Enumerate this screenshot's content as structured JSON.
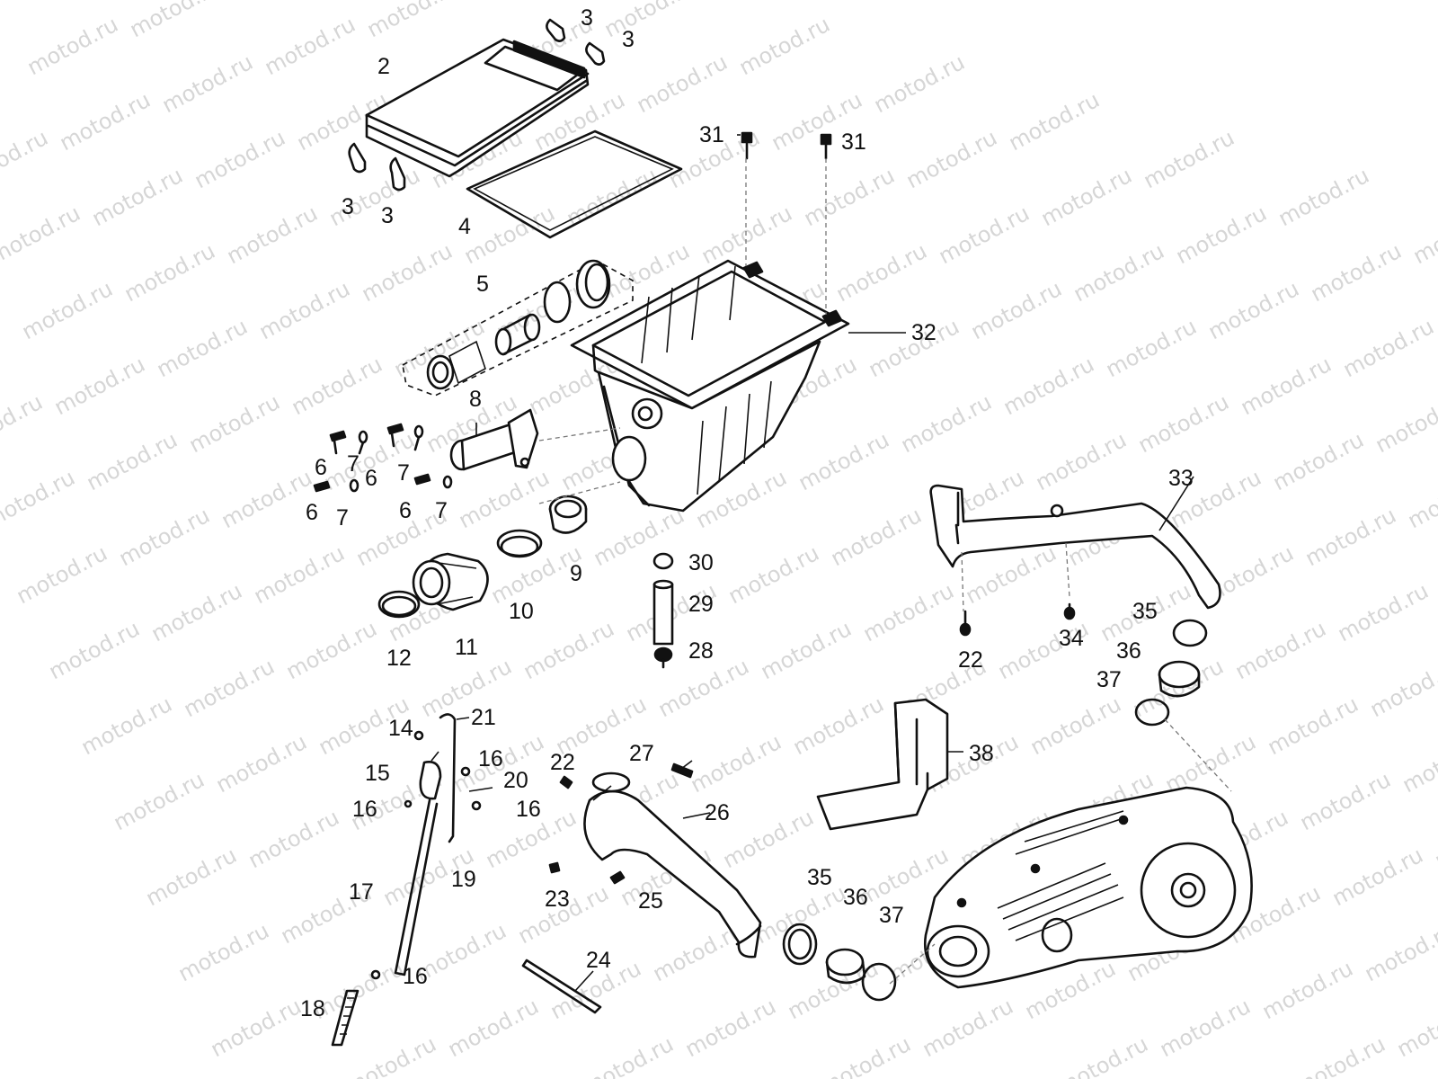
{
  "watermark": "motod.ru",
  "callouts": [
    {
      "id": "c-3a",
      "text": "3"
    },
    {
      "id": "c-3b",
      "text": "3"
    },
    {
      "id": "c-2",
      "text": "2"
    },
    {
      "id": "c-3c",
      "text": "3"
    },
    {
      "id": "c-3d",
      "text": "3"
    },
    {
      "id": "c-4",
      "text": "4"
    },
    {
      "id": "c-31a",
      "text": "31"
    },
    {
      "id": "c-31b",
      "text": "31"
    },
    {
      "id": "c-5",
      "text": "5"
    },
    {
      "id": "c-32",
      "text": "32"
    },
    {
      "id": "c-8",
      "text": "8"
    },
    {
      "id": "c-6a",
      "text": "6"
    },
    {
      "id": "c-7a",
      "text": "7"
    },
    {
      "id": "c-6b",
      "text": "6"
    },
    {
      "id": "c-7b",
      "text": "7"
    },
    {
      "id": "c-6c",
      "text": "6"
    },
    {
      "id": "c-7c",
      "text": "7"
    },
    {
      "id": "c-6d",
      "text": "6"
    },
    {
      "id": "c-7d",
      "text": "7"
    },
    {
      "id": "c-9",
      "text": "9"
    },
    {
      "id": "c-10",
      "text": "10"
    },
    {
      "id": "c-11",
      "text": "11"
    },
    {
      "id": "c-12",
      "text": "12"
    },
    {
      "id": "c-30",
      "text": "30"
    },
    {
      "id": "c-29",
      "text": "29"
    },
    {
      "id": "c-28",
      "text": "28"
    },
    {
      "id": "c-33",
      "text": "33"
    },
    {
      "id": "c-22a",
      "text": "22"
    },
    {
      "id": "c-34",
      "text": "34"
    },
    {
      "id": "c-35a",
      "text": "35"
    },
    {
      "id": "c-36a",
      "text": "36"
    },
    {
      "id": "c-37a",
      "text": "37"
    },
    {
      "id": "c-38",
      "text": "38"
    },
    {
      "id": "c-14",
      "text": "14"
    },
    {
      "id": "c-21",
      "text": "21"
    },
    {
      "id": "c-15",
      "text": "15"
    },
    {
      "id": "c-16a",
      "text": "16"
    },
    {
      "id": "c-20",
      "text": "20"
    },
    {
      "id": "c-16b",
      "text": "16"
    },
    {
      "id": "c-16c",
      "text": "16"
    },
    {
      "id": "c-19",
      "text": "19"
    },
    {
      "id": "c-17",
      "text": "17"
    },
    {
      "id": "c-16d",
      "text": "16"
    },
    {
      "id": "c-18",
      "text": "18"
    },
    {
      "id": "c-22b",
      "text": "22"
    },
    {
      "id": "c-27",
      "text": "27"
    },
    {
      "id": "c-26",
      "text": "26"
    },
    {
      "id": "c-23",
      "text": "23"
    },
    {
      "id": "c-25",
      "text": "25"
    },
    {
      "id": "c-24",
      "text": "24"
    },
    {
      "id": "c-35b",
      "text": "35"
    },
    {
      "id": "c-36b",
      "text": "36"
    },
    {
      "id": "c-37b",
      "text": "37"
    }
  ]
}
